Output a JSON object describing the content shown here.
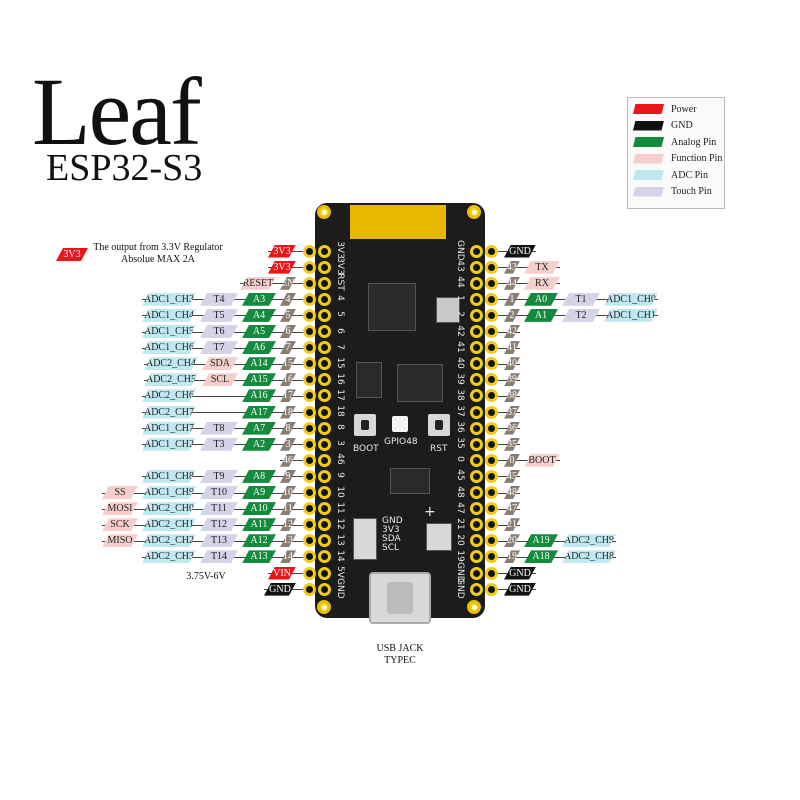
{
  "title": "Leaf",
  "subtitle": "ESP32-S3",
  "legend": [
    {
      "label": "Power",
      "type": "power"
    },
    {
      "label": "GND",
      "type": "gnd"
    },
    {
      "label": "Analog Pin",
      "type": "analog"
    },
    {
      "label": "Function Pin",
      "type": "func"
    },
    {
      "label": "ADC Pin",
      "type": "adc"
    },
    {
      "label": "Touch Pin",
      "type": "touch"
    }
  ],
  "regulator_note": {
    "label": "3V3",
    "line1": "The output from 3.3V Regulator",
    "line2": "Absolue MAX 2A"
  },
  "vin_note": "3.75V-6V",
  "board_labels": {
    "gpio48": "GPIO48",
    "boot": "BOOT",
    "rst": "RST",
    "i2c": [
      "GND",
      "3V3",
      "SDA",
      "SCL"
    ],
    "plus": "+"
  },
  "usb_label": {
    "line1": "USB JACK",
    "line2": "TYPEC"
  },
  "left_pins": [
    {
      "silk": "3V3",
      "labels": [
        {
          "t": "power",
          "v": "3V3"
        }
      ]
    },
    {
      "silk": "3V3",
      "labels": [
        {
          "t": "power",
          "v": "3V3"
        }
      ]
    },
    {
      "silk": "RST",
      "labels": [
        {
          "t": "gpio",
          "v": "EN"
        },
        {
          "t": "func",
          "v": "RESET"
        }
      ]
    },
    {
      "silk": "4",
      "labels": [
        {
          "t": "gpio",
          "v": "4"
        },
        {
          "t": "analog",
          "v": "A3"
        },
        {
          "t": "touch",
          "v": "T4"
        },
        {
          "t": "adc",
          "v": "ADC1_CH3"
        }
      ]
    },
    {
      "silk": "5",
      "labels": [
        {
          "t": "gpio",
          "v": "5"
        },
        {
          "t": "analog",
          "v": "A4"
        },
        {
          "t": "touch",
          "v": "T5"
        },
        {
          "t": "adc",
          "v": "ADC1_CH4"
        }
      ]
    },
    {
      "silk": "6",
      "labels": [
        {
          "t": "gpio",
          "v": "6"
        },
        {
          "t": "analog",
          "v": "A5"
        },
        {
          "t": "touch",
          "v": "T6"
        },
        {
          "t": "adc",
          "v": "ADC1_CH5"
        }
      ]
    },
    {
      "silk": "7",
      "labels": [
        {
          "t": "gpio",
          "v": "7"
        },
        {
          "t": "analog",
          "v": "A6"
        },
        {
          "t": "touch",
          "v": "T7"
        },
        {
          "t": "adc",
          "v": "ADC1_CH6"
        }
      ]
    },
    {
      "silk": "15",
      "labels": [
        {
          "t": "gpio",
          "v": "15"
        },
        {
          "t": "analog",
          "v": "A14"
        },
        {
          "t": "func",
          "v": "SDA"
        },
        {
          "t": "adc",
          "v": "ADC2_CH4"
        }
      ]
    },
    {
      "silk": "16",
      "labels": [
        {
          "t": "gpio",
          "v": "16"
        },
        {
          "t": "analog",
          "v": "A15"
        },
        {
          "t": "func",
          "v": "SCL"
        },
        {
          "t": "adc",
          "v": "ADC2_CH5"
        }
      ]
    },
    {
      "silk": "17",
      "labels": [
        {
          "t": "gpio",
          "v": "17"
        },
        {
          "t": "analog",
          "v": "A16"
        },
        {
          "t": "none",
          "v": ""
        },
        {
          "t": "adc",
          "v": "ADC2_CH6"
        }
      ]
    },
    {
      "silk": "18",
      "labels": [
        {
          "t": "gpio",
          "v": "18"
        },
        {
          "t": "analog",
          "v": "A17"
        },
        {
          "t": "none",
          "v": ""
        },
        {
          "t": "adc",
          "v": "ADC2_CH7"
        }
      ]
    },
    {
      "silk": "8",
      "labels": [
        {
          "t": "gpio",
          "v": "8"
        },
        {
          "t": "analog",
          "v": "A7"
        },
        {
          "t": "touch",
          "v": "T8"
        },
        {
          "t": "adc",
          "v": "ADC1_CH7"
        }
      ]
    },
    {
      "silk": "3",
      "labels": [
        {
          "t": "gpio",
          "v": "3"
        },
        {
          "t": "analog",
          "v": "A2"
        },
        {
          "t": "touch",
          "v": "T3"
        },
        {
          "t": "adc",
          "v": "ADC1_CH2"
        }
      ]
    },
    {
      "silk": "46",
      "labels": [
        {
          "t": "gpio",
          "v": "46"
        }
      ]
    },
    {
      "silk": "9",
      "labels": [
        {
          "t": "gpio",
          "v": "9"
        },
        {
          "t": "analog",
          "v": "A8"
        },
        {
          "t": "touch",
          "v": "T9"
        },
        {
          "t": "adc",
          "v": "ADC1_CH8"
        }
      ]
    },
    {
      "silk": "10",
      "labels": [
        {
          "t": "gpio",
          "v": "10"
        },
        {
          "t": "analog",
          "v": "A9"
        },
        {
          "t": "touch",
          "v": "T10"
        },
        {
          "t": "adc",
          "v": "ADC1_CH9"
        },
        {
          "t": "func",
          "v": "SS"
        }
      ]
    },
    {
      "silk": "11",
      "labels": [
        {
          "t": "gpio",
          "v": "11"
        },
        {
          "t": "analog",
          "v": "A10"
        },
        {
          "t": "touch",
          "v": "T11"
        },
        {
          "t": "adc",
          "v": "ADC2_CH0"
        },
        {
          "t": "func",
          "v": "MOSI"
        }
      ]
    },
    {
      "silk": "12",
      "labels": [
        {
          "t": "gpio",
          "v": "12"
        },
        {
          "t": "analog",
          "v": "A11"
        },
        {
          "t": "touch",
          "v": "T12"
        },
        {
          "t": "adc",
          "v": "ADC2_CH1"
        },
        {
          "t": "func",
          "v": "SCK"
        }
      ]
    },
    {
      "silk": "13",
      "labels": [
        {
          "t": "gpio",
          "v": "13"
        },
        {
          "t": "analog",
          "v": "A12"
        },
        {
          "t": "touch",
          "v": "T13"
        },
        {
          "t": "adc",
          "v": "ADC2_CH2"
        },
        {
          "t": "func",
          "v": "MISO"
        }
      ]
    },
    {
      "silk": "14",
      "labels": [
        {
          "t": "gpio",
          "v": "14"
        },
        {
          "t": "analog",
          "v": "A13"
        },
        {
          "t": "touch",
          "v": "T14"
        },
        {
          "t": "adc",
          "v": "ADC2_CH3"
        }
      ]
    },
    {
      "silk": "5V",
      "labels": [
        {
          "t": "power",
          "v": "VIN"
        }
      ]
    },
    {
      "silk": "GND",
      "labels": [
        {
          "t": "gnd",
          "v": "GND"
        }
      ]
    }
  ],
  "right_pins": [
    {
      "silk": "GND",
      "labels": [
        {
          "t": "gnd",
          "v": "GND"
        }
      ]
    },
    {
      "silk": "43",
      "labels": [
        {
          "t": "gpio",
          "v": "43"
        },
        {
          "t": "func",
          "v": "TX"
        }
      ]
    },
    {
      "silk": "44",
      "labels": [
        {
          "t": "gpio",
          "v": "44"
        },
        {
          "t": "func",
          "v": "RX"
        }
      ]
    },
    {
      "silk": "1",
      "labels": [
        {
          "t": "gpio",
          "v": "1"
        },
        {
          "t": "analog",
          "v": "A0"
        },
        {
          "t": "touch",
          "v": "T1"
        },
        {
          "t": "adc",
          "v": "ADC1_CH0"
        }
      ]
    },
    {
      "silk": "2",
      "labels": [
        {
          "t": "gpio",
          "v": "2"
        },
        {
          "t": "analog",
          "v": "A1"
        },
        {
          "t": "touch",
          "v": "T2"
        },
        {
          "t": "adc",
          "v": "ADC1_CH1"
        }
      ]
    },
    {
      "silk": "42",
      "labels": [
        {
          "t": "gpio",
          "v": "42"
        }
      ]
    },
    {
      "silk": "41",
      "labels": [
        {
          "t": "gpio",
          "v": "41"
        }
      ]
    },
    {
      "silk": "40",
      "labels": [
        {
          "t": "gpio",
          "v": "40"
        }
      ]
    },
    {
      "silk": "39",
      "labels": [
        {
          "t": "gpio",
          "v": "39"
        }
      ]
    },
    {
      "silk": "38",
      "labels": [
        {
          "t": "gpio",
          "v": "38"
        }
      ]
    },
    {
      "silk": "37",
      "labels": [
        {
          "t": "gpio",
          "v": "37"
        }
      ]
    },
    {
      "silk": "36",
      "labels": [
        {
          "t": "gpio",
          "v": "36"
        }
      ]
    },
    {
      "silk": "35",
      "labels": [
        {
          "t": "gpio",
          "v": "35"
        }
      ]
    },
    {
      "silk": "0",
      "labels": [
        {
          "t": "gpio",
          "v": "0"
        },
        {
          "t": "func",
          "v": "BOOT"
        }
      ]
    },
    {
      "silk": "45",
      "labels": [
        {
          "t": "gpio",
          "v": "45"
        }
      ]
    },
    {
      "silk": "48",
      "labels": [
        {
          "t": "gpio",
          "v": "48"
        }
      ]
    },
    {
      "silk": "47",
      "labels": [
        {
          "t": "gpio",
          "v": "47"
        }
      ]
    },
    {
      "silk": "21",
      "labels": [
        {
          "t": "gpio",
          "v": "21"
        }
      ]
    },
    {
      "silk": "20",
      "labels": [
        {
          "t": "gpio",
          "v": "20"
        },
        {
          "t": "analog",
          "v": "A19"
        },
        {
          "t": "adc",
          "v": "ADC2_CH9"
        }
      ]
    },
    {
      "silk": "19",
      "labels": [
        {
          "t": "gpio",
          "v": "19"
        },
        {
          "t": "analog",
          "v": "A18"
        },
        {
          "t": "adc",
          "v": "ADC2_CH8"
        }
      ]
    },
    {
      "silk": "GND",
      "labels": [
        {
          "t": "gnd",
          "v": "GND"
        }
      ]
    },
    {
      "silk": "GND",
      "labels": [
        {
          "t": "gnd",
          "v": "GND"
        }
      ]
    }
  ]
}
